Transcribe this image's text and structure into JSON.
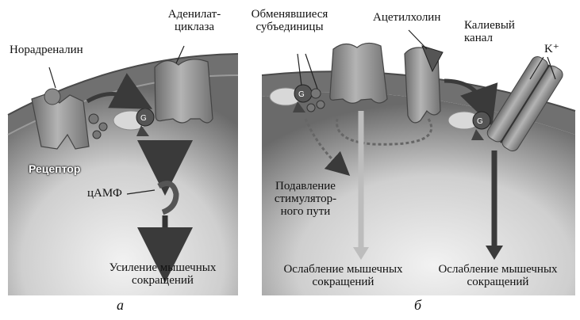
{
  "panel_a": {
    "label_noradrenaline": "Норадреналин",
    "label_adenylate_1": "Аденилат-",
    "label_adenylate_2": "циклаза",
    "label_receptor": "Рецептор",
    "label_camp": "цАМФ",
    "label_result_1": "Усиление мышечных",
    "label_result_2": "сокращений",
    "letter": "а",
    "g_alpha": "G"
  },
  "panel_b": {
    "label_subunits_1": "Обменявшиеся",
    "label_subunits_2": "субъединицы",
    "label_ach": "Ацетилхолин",
    "label_kchannel_1": "Калиевый",
    "label_kchannel_2": "канал",
    "label_k_ion": "K⁺",
    "label_suppress_1": "Подавление",
    "label_suppress_2": "стимулятор-",
    "label_suppress_3": "ного пути",
    "label_result_mid_1": "Ослабление мышечных",
    "label_result_mid_2": "сокращений",
    "label_result_right_1": "Ослабление мышечных",
    "label_result_right_2": "сокращений",
    "letter": "б",
    "g_alpha_left": "G",
    "g_alpha_right": "G"
  },
  "colors": {
    "cell_light": "#dcdcdc",
    "cell_dark": "#5c5c5c",
    "membrane": "#6e6e6e",
    "protein": "#9a9a9a",
    "arrow_dark": "#3a3a3a",
    "arrow_light": "#bdbdbd"
  }
}
